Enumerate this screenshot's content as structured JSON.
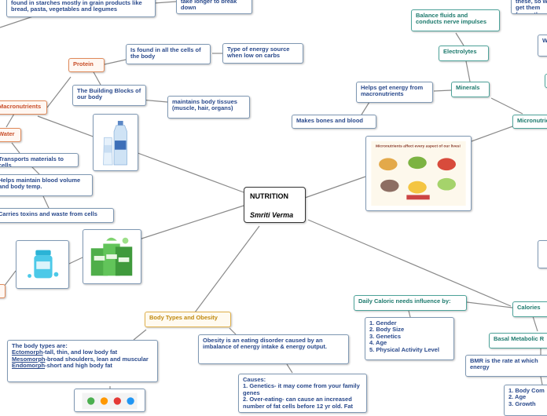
{
  "center": {
    "title": "NUTRITION",
    "author": "Smriti Verma"
  },
  "nodes": {
    "grain_foods": "found in starches mostly in grain products like bread, pasta, vegetables and legumes",
    "take_longer": "take longer to break down",
    "protein": "Protein",
    "found_cells": "Is found in all the cells of the body",
    "energy_source": "Type of energy source when low on carbs",
    "building_blocks": "The Building Blocks of our body",
    "tissues": "maintains body tissues (muscle, hair, organs)",
    "macronutrients": "Macronutrients",
    "water": "Water",
    "transports": "Transports materials to cells",
    "blood_volume": "Helps maintain blood volume and body temp.",
    "toxins": "Carries toxins and waste from cells",
    "fluids": "Balance fluids and conducts nerve impulses",
    "electrolytes": "Electrolytes",
    "minerals": "Minerals",
    "energy_macros": "Helps get energy from macronutrients",
    "bones": "Makes bones and blood",
    "micronutrients": "Micronutrients",
    "top_right": "these, so we get them from other",
    "right_w": "W",
    "caloric_influence": "Daily Caloric needs influence by:",
    "caloric_list": [
      "1. Gender",
      "2. Body Size",
      "3. Genetics",
      "4. Age",
      "5. Physical Activity Level"
    ],
    "calories": "Calories",
    "bmr_short": "Basal Metabolic R",
    "bmr_rate": "BMR is the rate at which energy",
    "bmr_list": [
      "1. Body Com",
      "2. Age",
      "3. Growth"
    ],
    "body_types_title": "Body Types and Obesity",
    "obesity": "Obesity is an eating disorder caused by an imbalance of energy intake & energy output.",
    "body_types_intro": "The body types are:",
    "ecto_term": "Ectomorph",
    "ecto_desc": "-tall, thin, and low body fat",
    "meso_term": "Mesomorph",
    "meso_desc": "-broad shoulders, lean and muscular",
    "endo_term": "Endomorph",
    "endo_desc": "-short and high body fat",
    "causes_title": "Causes:",
    "cause1": "1. Genetics- it may come from your family genes",
    "cause2": "2. Over-eating- can cause an increased number of fat cells before 12 yr old. Fat",
    "micro_img_title": "Micronutrients affect every aspect of our lives!"
  },
  "icons": [
    "water-bottle-icon",
    "supplement-bottle-icon",
    "powder-packets-icon",
    "food-plate-icon",
    "vitamin-chart-icon"
  ],
  "colors": {
    "link": "#2a4a8c",
    "edge": "#888888",
    "orange": "#c94f2a",
    "yellow": "#c08a10",
    "teal": "#1d7a6d"
  }
}
